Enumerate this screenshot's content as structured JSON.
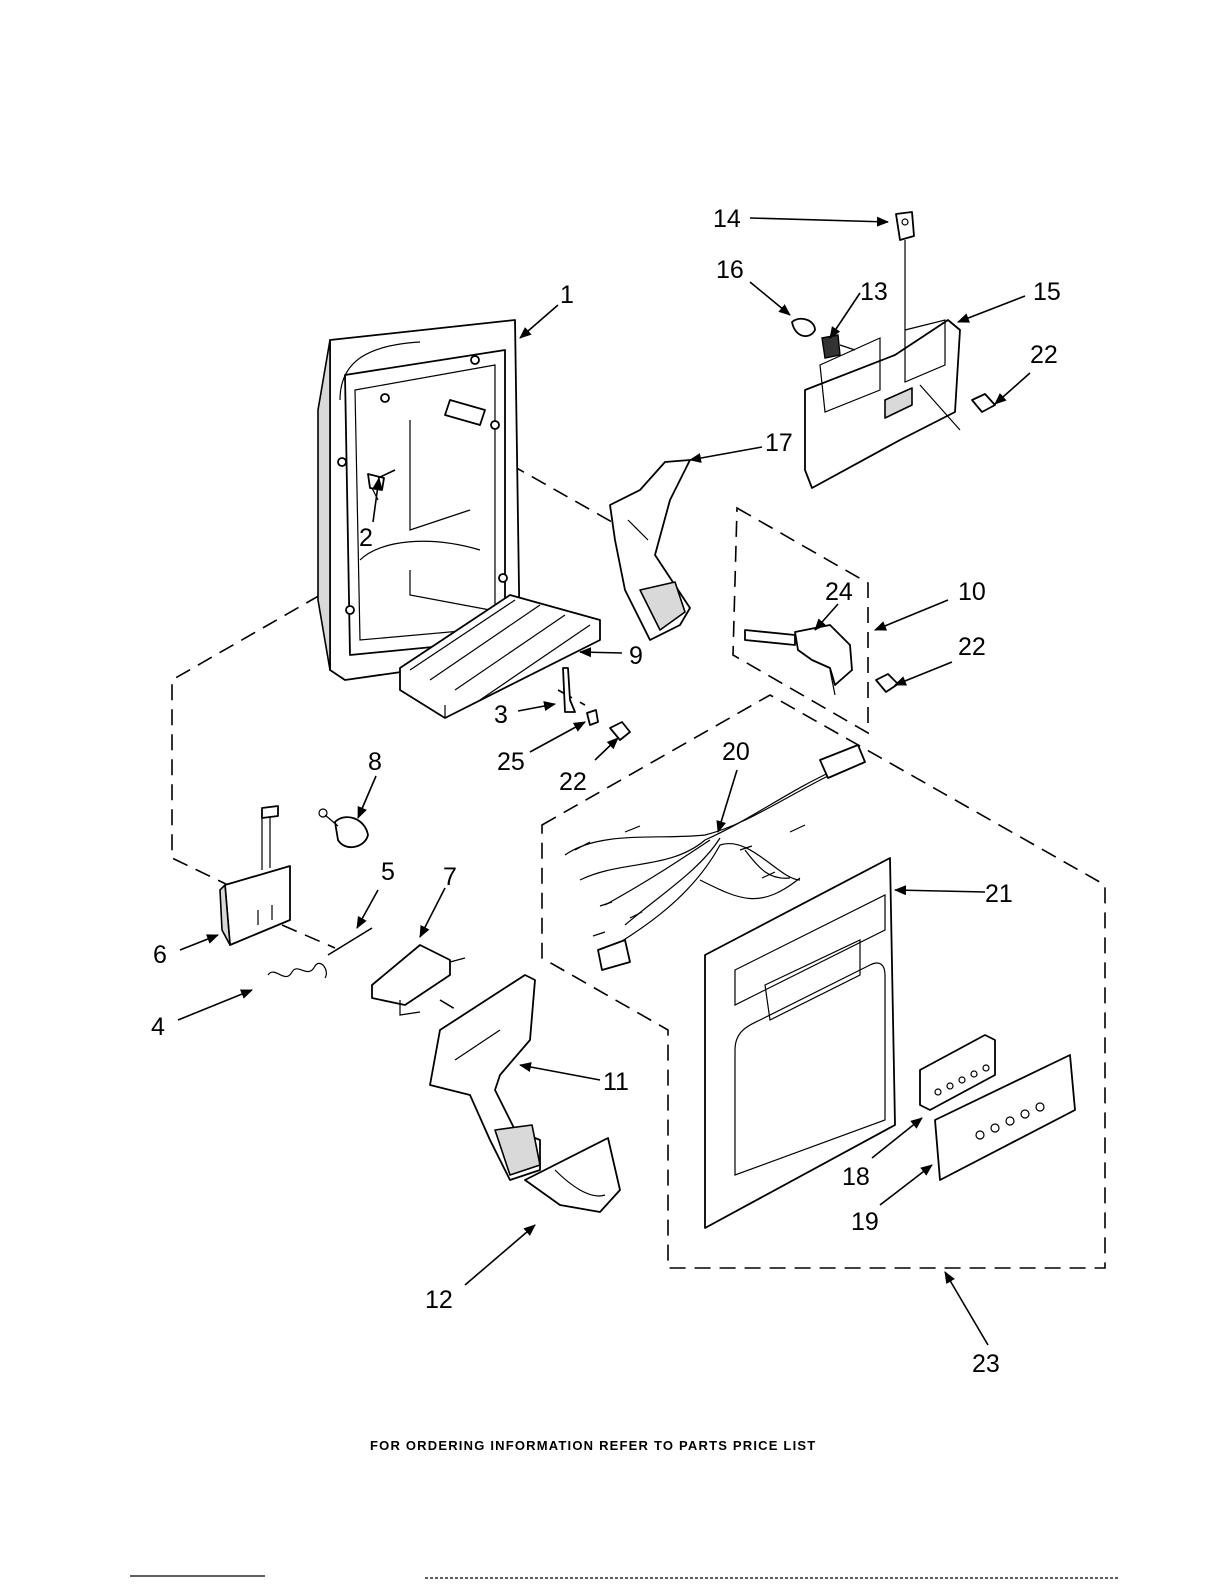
{
  "diagram": {
    "callouts": [
      {
        "id": "c1",
        "label": "1"
      },
      {
        "id": "c2",
        "label": "2"
      },
      {
        "id": "c3",
        "label": "3"
      },
      {
        "id": "c4",
        "label": "4"
      },
      {
        "id": "c5",
        "label": "5"
      },
      {
        "id": "c6",
        "label": "6"
      },
      {
        "id": "c7",
        "label": "7"
      },
      {
        "id": "c8",
        "label": "8"
      },
      {
        "id": "c9",
        "label": "9"
      },
      {
        "id": "c10",
        "label": "10"
      },
      {
        "id": "c11",
        "label": "11"
      },
      {
        "id": "c12",
        "label": "12"
      },
      {
        "id": "c13",
        "label": "13"
      },
      {
        "id": "c14",
        "label": "14"
      },
      {
        "id": "c15",
        "label": "15"
      },
      {
        "id": "c16",
        "label": "16"
      },
      {
        "id": "c17",
        "label": "17"
      },
      {
        "id": "c18",
        "label": "18"
      },
      {
        "id": "c19",
        "label": "19"
      },
      {
        "id": "c20",
        "label": "20"
      },
      {
        "id": "c21",
        "label": "21"
      },
      {
        "id": "c22a",
        "label": "22"
      },
      {
        "id": "c22b",
        "label": "22"
      },
      {
        "id": "c22c",
        "label": "22"
      },
      {
        "id": "c23",
        "label": "23"
      },
      {
        "id": "c24",
        "label": "24"
      },
      {
        "id": "c25",
        "label": "25"
      }
    ],
    "footer": "FOR ORDERING INFORMATION REFER TO PARTS PRICE LIST",
    "colors": {
      "ink": "#000000",
      "paper": "#ffffff",
      "shade": "#d9d9d9"
    }
  }
}
